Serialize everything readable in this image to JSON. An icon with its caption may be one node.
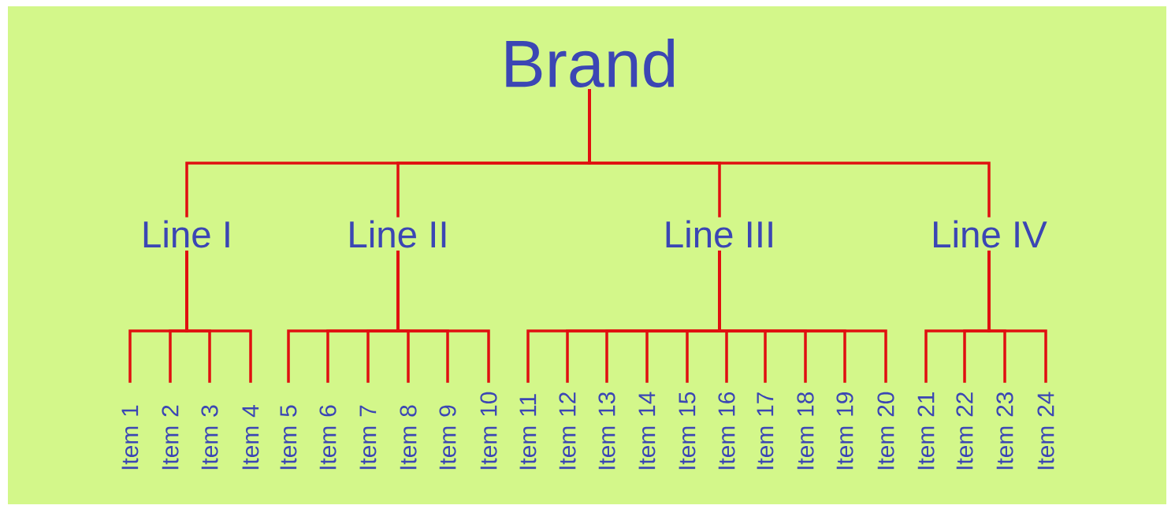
{
  "diagram": {
    "nodes": [
      {
        "text": [
          "Brand"
        ]
      },
      {
        "text": [
          "Line I"
        ]
      },
      {
        "text": [
          "Line II"
        ]
      },
      {
        "text": [
          "Line III"
        ]
      },
      {
        "text": [
          "Line IV"
        ]
      },
      {
        "text": [
          "Item 1"
        ]
      },
      {
        "text": [
          "Item 2"
        ]
      },
      {
        "text": [
          "Item 3"
        ]
      },
      {
        "text": [
          "Item 4"
        ]
      },
      {
        "text": [
          "Item 5"
        ]
      },
      {
        "text": [
          "Item 6"
        ]
      },
      {
        "text": [
          "Item 7"
        ]
      },
      {
        "text": [
          "Item 8"
        ]
      },
      {
        "text": [
          "Item 9"
        ]
      },
      {
        "text": [
          "Item 10"
        ]
      },
      {
        "text": [
          "Item 11"
        ]
      },
      {
        "text": [
          "Item 12"
        ]
      },
      {
        "text": [
          "Item 13"
        ]
      },
      {
        "text": [
          "Item 14"
        ]
      },
      {
        "text": [
          "Item 15"
        ]
      },
      {
        "text": [
          "Item 16"
        ]
      },
      {
        "text": [
          "Item 17"
        ]
      },
      {
        "text": [
          "Item 18"
        ]
      },
      {
        "text": [
          "Item 19"
        ]
      },
      {
        "text": [
          "Item 20"
        ]
      },
      {
        "text": [
          "Item 21"
        ]
      },
      {
        "text": [
          "Item 22"
        ]
      },
      {
        "text": [
          "Item 23"
        ]
      },
      {
        "text": [
          "Item 24"
        ]
      }
    ],
    "edges": [
      {
        "from": 0,
        "to": 1,
        "arrow": "none"
      },
      {
        "from": 0,
        "to": 2,
        "arrow": "none"
      },
      {
        "from": 0,
        "to": 3,
        "arrow": "none"
      },
      {
        "from": 0,
        "to": 4,
        "arrow": "none"
      },
      {
        "from": 1,
        "to": 5,
        "arrow": "none"
      },
      {
        "from": 1,
        "to": 6,
        "arrow": "none"
      },
      {
        "from": 1,
        "to": 7,
        "arrow": "none"
      },
      {
        "from": 1,
        "to": 8,
        "arrow": "none"
      },
      {
        "from": 2,
        "to": 9,
        "arrow": "none"
      },
      {
        "from": 2,
        "to": 10,
        "arrow": "none"
      },
      {
        "from": 2,
        "to": 11,
        "arrow": "none"
      },
      {
        "from": 2,
        "to": 12,
        "arrow": "none"
      },
      {
        "from": 2,
        "to": 13,
        "arrow": "none"
      },
      {
        "from": 2,
        "to": 14,
        "arrow": "none"
      },
      {
        "from": 3,
        "to": 15,
        "arrow": "none"
      },
      {
        "from": 3,
        "to": 16,
        "arrow": "none"
      },
      {
        "from": 3,
        "to": 17,
        "arrow": "none"
      },
      {
        "from": 3,
        "to": 18,
        "arrow": "none"
      },
      {
        "from": 3,
        "to": 19,
        "arrow": "none"
      },
      {
        "from": 3,
        "to": 20,
        "arrow": "none"
      },
      {
        "from": 3,
        "to": 21,
        "arrow": "none"
      },
      {
        "from": 3,
        "to": 22,
        "arrow": "none"
      },
      {
        "from": 3,
        "to": 23,
        "arrow": "none"
      },
      {
        "from": 3,
        "to": 24,
        "arrow": "none"
      },
      {
        "from": 4,
        "to": 25,
        "arrow": "none"
      },
      {
        "from": 4,
        "to": 26,
        "arrow": "none"
      },
      {
        "from": 4,
        "to": 27,
        "arrow": "none"
      },
      {
        "from": 4,
        "to": 28,
        "arrow": "none"
      }
    ]
  }
}
